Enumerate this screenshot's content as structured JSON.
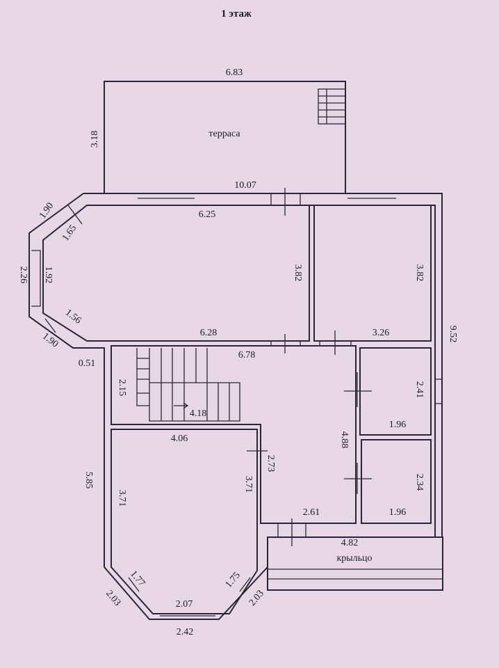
{
  "title": "1 этаж",
  "rooms": {
    "terrace": "терраса",
    "porch": "крыльцо"
  },
  "dims": {
    "terrace_w": "6.83",
    "terrace_h": "3.18",
    "top_total": "10.07",
    "bay_top_outer": "1.90",
    "bay_top_inner": "1.65",
    "bay_side_outer": "2.26",
    "bay_side_inner": "1.92",
    "bay_bot_inner": "1.56",
    "bay_bot_outer": "1.90",
    "notch": "0.51",
    "living_top": "6.25",
    "living_h": "3.82",
    "living_bottom": "6.28",
    "room2_h": "3.82",
    "room2_w": "3.26",
    "right_total": "9.52",
    "hall_w": "6.78",
    "stair_h": "2.15",
    "stair_w": "4.18",
    "hall_h": "4.88",
    "bath1_h": "2.41",
    "bath1_w": "1.96",
    "bath2_h": "2.34",
    "bath2_w": "1.96",
    "room3_top": "4.06",
    "room3_left": "3.71",
    "room3_right": "3.71",
    "corr_h": "2.73",
    "corr_w": "2.61",
    "porch_w": "4.82",
    "left_total": "5.85",
    "bay2_left_inner": "1.77",
    "bay2_right_inner": "1.75",
    "bay2_bottom_inner": "2.07",
    "bay2_left_outer": "2.03",
    "bay2_right_outer": "2.03",
    "bay2_bottom_outer": "2.42"
  }
}
